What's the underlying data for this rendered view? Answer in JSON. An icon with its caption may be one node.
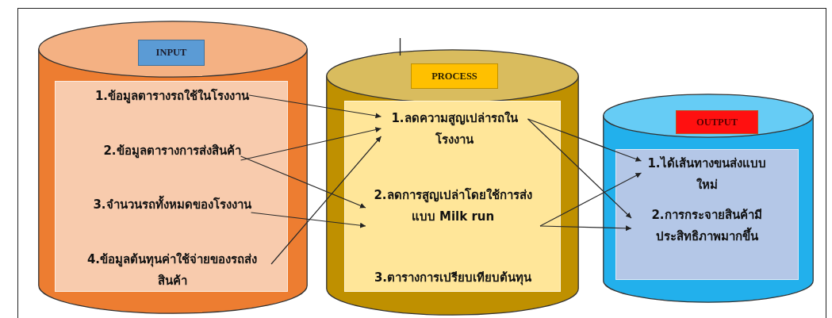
{
  "diagram": {
    "nodes": [
      {
        "text": [],
        "shape": "cylinder"
      },
      {
        "text": [
          "INPUT"
        ],
        "in": 0
      },
      {
        "text": [],
        "shape": "box",
        "in": 0
      },
      {
        "text": [
          "1.ข้อมูลตารางรถใช้ในโรงงาน"
        ],
        "in": 2
      },
      {
        "text": [
          "2.ข้อมูลตารางการส่งสินค้า"
        ],
        "in": 2
      },
      {
        "text": [
          "3.จำนวนรถทั้งหมดของโรงงาน"
        ],
        "in": 2
      },
      {
        "text": [
          "4.ข้อมูลต้นทุนค่าใช้จ่ายของรถส่งสินค้า"
        ],
        "in": 2
      },
      {
        "text": [],
        "shape": "cylinder"
      },
      {
        "text": [
          "PROCESS"
        ],
        "in": 7
      },
      {
        "text": [],
        "shape": "box",
        "in": 7
      },
      {
        "text": [
          "1.ลดความสูญเปล่ารถในโรงงาน"
        ],
        "in": 9
      },
      {
        "text": [
          "2.ลดการสูญเปล่าโดยใช้การส่งแบบ Milk run"
        ],
        "in": 9
      },
      {
        "text": [
          "3.ตารางการเปรียบเทียบต้นทุน"
        ],
        "in": 9
      },
      {
        "text": [],
        "shape": "cylinder"
      },
      {
        "text": [
          "OUTPUT"
        ],
        "in": 13
      },
      {
        "text": [],
        "shape": "box",
        "in": 13
      },
      {
        "text": [
          "1.ได้เส้นทางขนส่งแบบใหม่"
        ],
        "in": 15
      },
      {
        "text": [
          "2.การกระจายสินค้ามีประสิทธิภาพมากขึ้น"
        ],
        "in": 15
      }
    ],
    "edges": [
      {
        "from": 3,
        "to": 10,
        "arrow": "to"
      },
      {
        "from": 4,
        "to": 10,
        "arrow": "to"
      },
      {
        "from": 4,
        "to": 11,
        "arrow": "to"
      },
      {
        "from": 5,
        "to": 11,
        "arrow": "to"
      },
      {
        "from": 6,
        "to": 10,
        "arrow": "to"
      },
      {
        "from": 10,
        "to": 16,
        "arrow": "to"
      },
      {
        "from": 10,
        "to": 17,
        "arrow": "to"
      },
      {
        "from": 11,
        "to": 16,
        "arrow": "to"
      },
      {
        "from": 11,
        "to": 17,
        "arrow": "to"
      }
    ]
  }
}
